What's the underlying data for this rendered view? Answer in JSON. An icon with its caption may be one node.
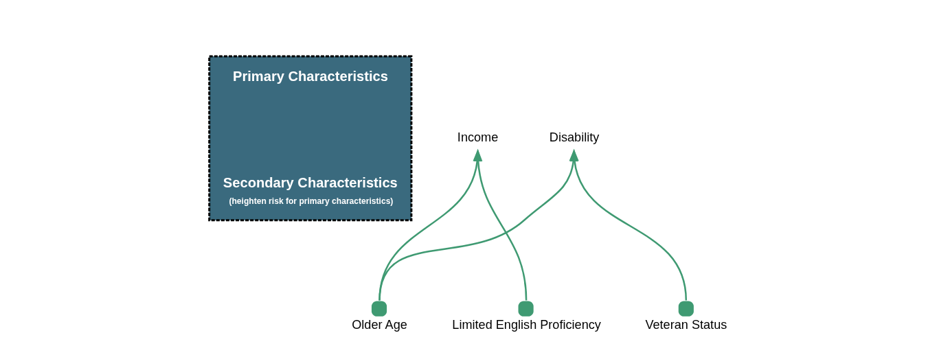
{
  "diagram": {
    "nodes": [
      {
        "text": [
          "Primary Characteristics",
          "Secondary Characteristics",
          "(heighten risk for primary characteristics)"
        ]
      },
      {
        "text": [
          "Disability"
        ]
      },
      {
        "text": [
          "Income"
        ]
      },
      {
        "text": [
          "Older Age"
        ]
      },
      {
        "text": [
          "Limited English Proficiency"
        ]
      },
      {
        "text": [
          "Veteran Status"
        ]
      }
    ],
    "edges": [
      {
        "from": 3,
        "to": 1,
        "arrow": "to"
      },
      {
        "from": 3,
        "to": 2,
        "arrow": "to"
      },
      {
        "from": 4,
        "to": 2,
        "arrow": "to"
      },
      {
        "from": 5,
        "to": 1,
        "arrow": "to"
      }
    ]
  }
}
